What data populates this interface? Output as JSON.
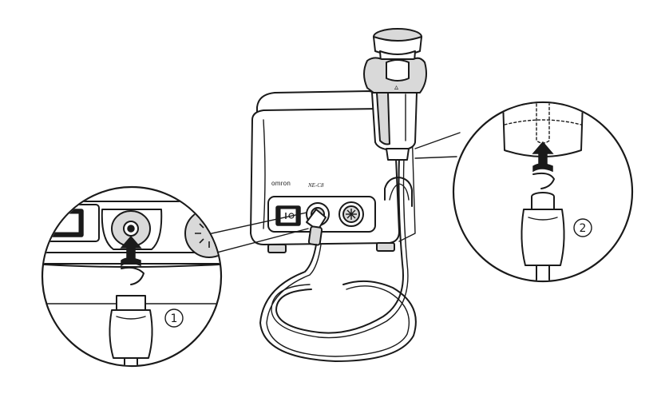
{
  "device": {
    "brand_label": "omron",
    "model_label": "NE-C8",
    "nebulizer_mark": "▵"
  },
  "callouts": [
    {
      "step": "1",
      "part": "air-outlet-connection"
    },
    {
      "step": "2",
      "part": "nebulizer-kit-connection"
    }
  ],
  "colors": {
    "line": "#1a1a1a",
    "shade": "#d9d9d9",
    "background": "#ffffff"
  }
}
